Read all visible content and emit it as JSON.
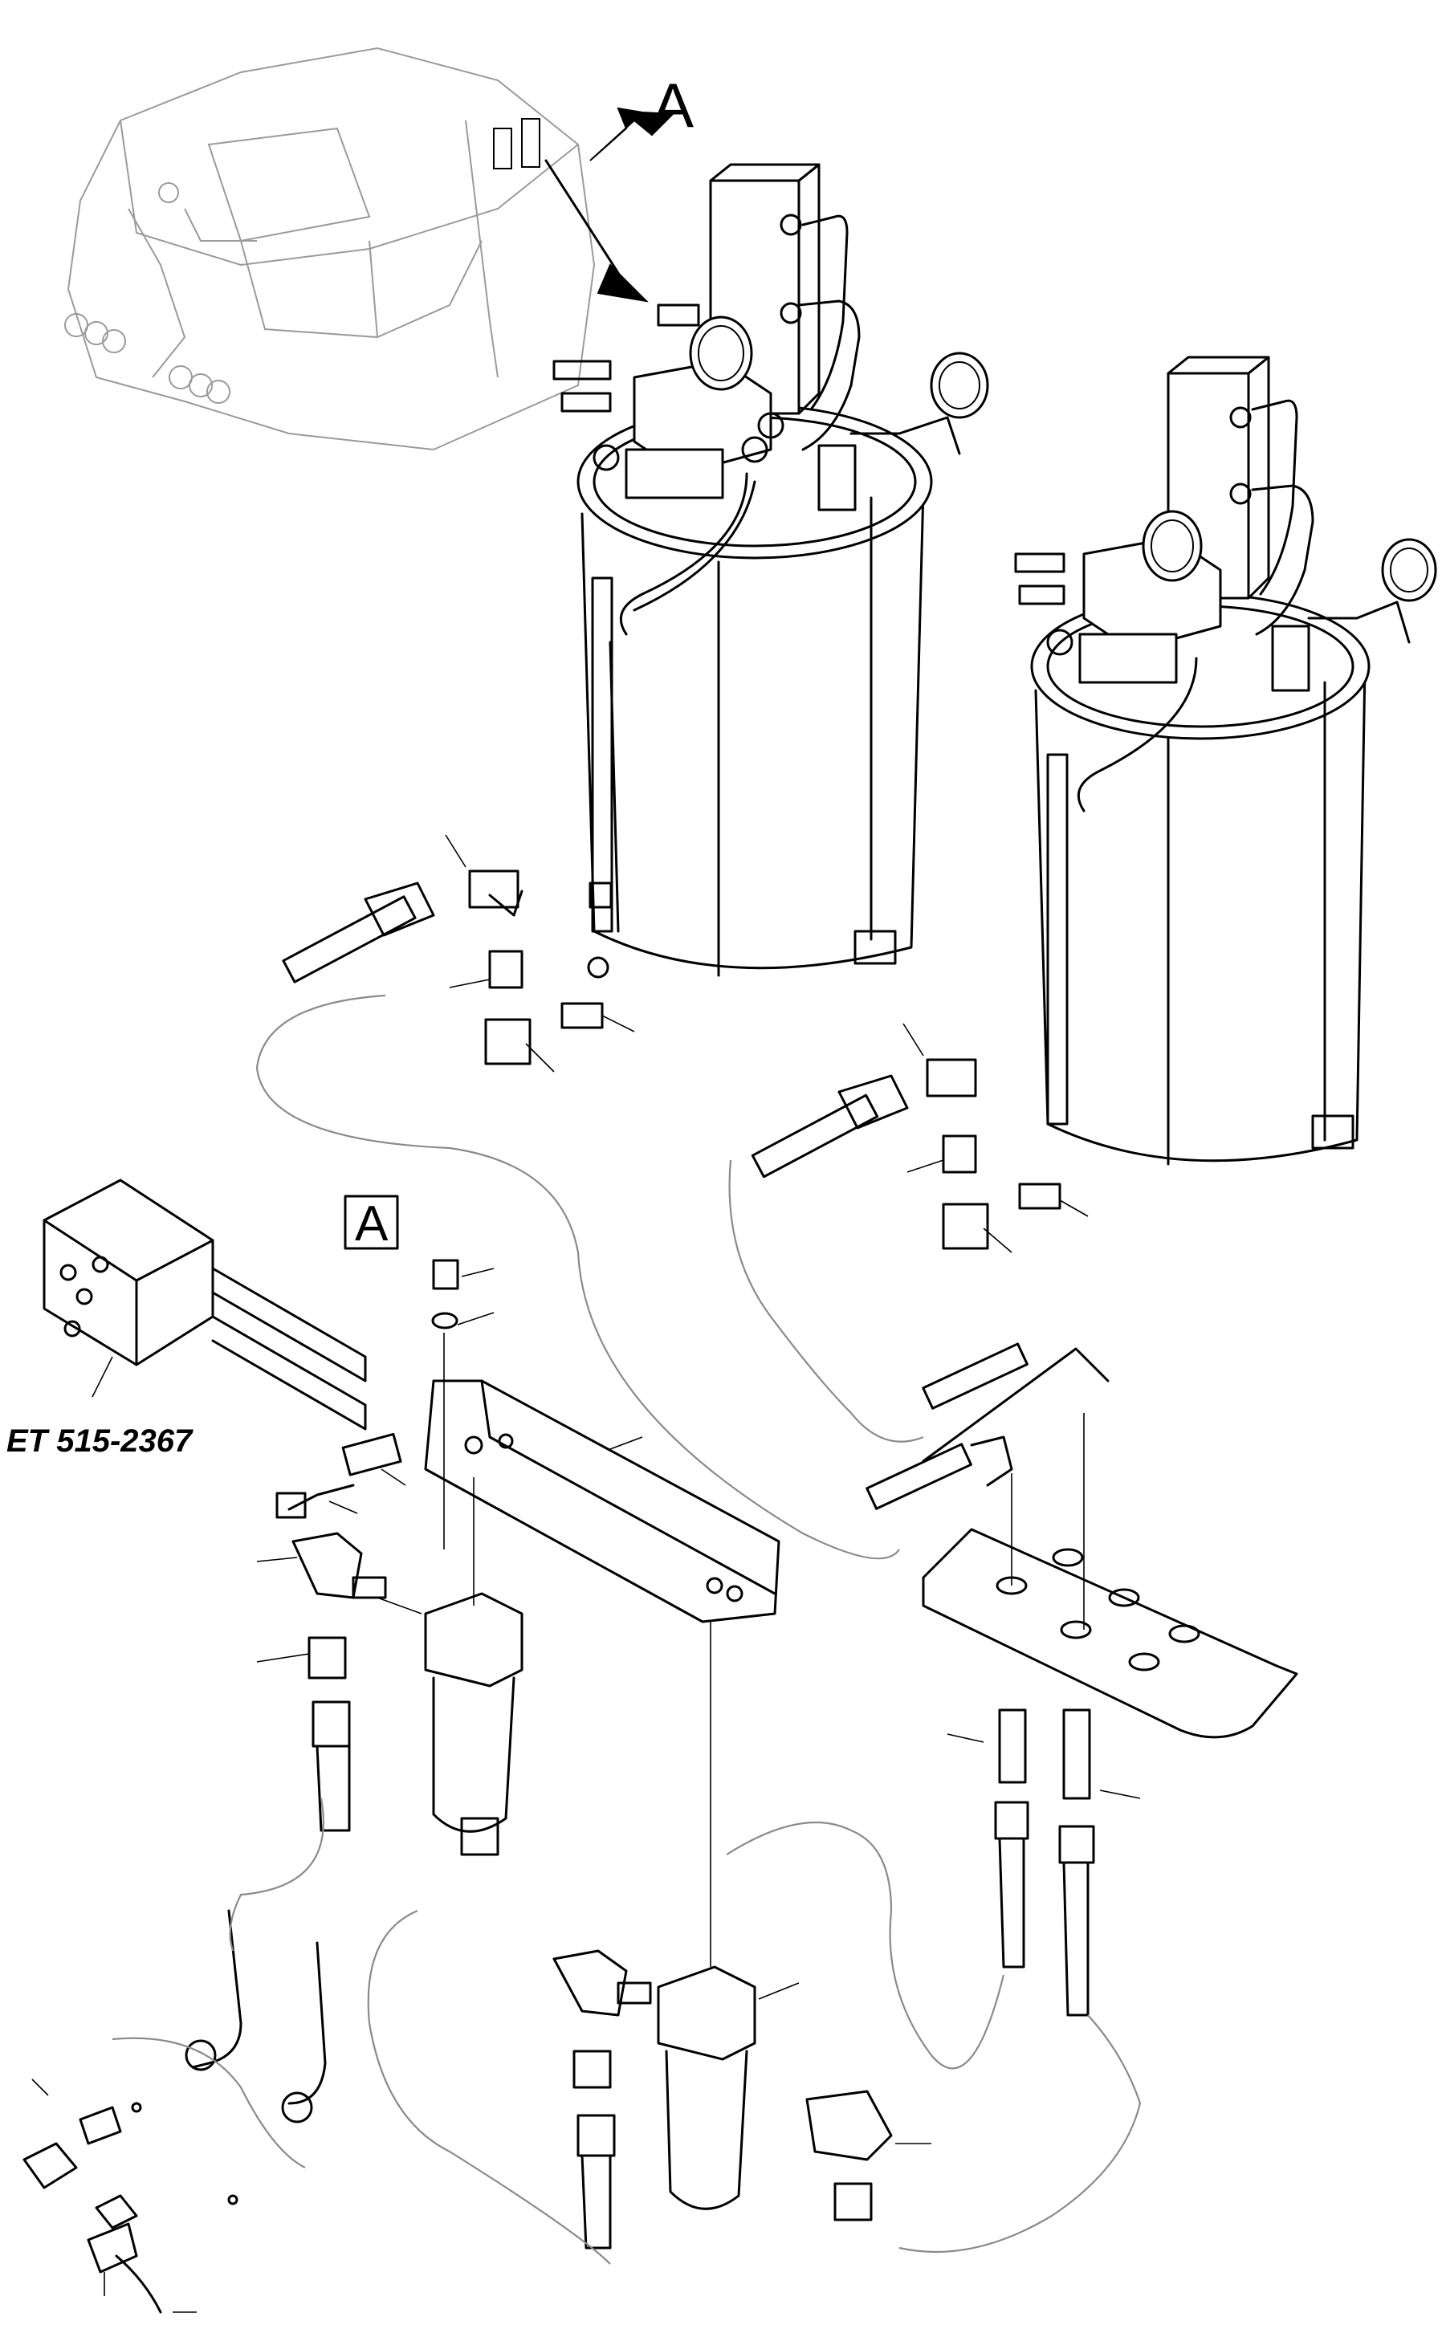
{
  "diagram": {
    "callout_arrow_label": "A",
    "detail_box_label": "A",
    "part_number": "ET 515-2367"
  },
  "colors": {
    "ink": "#000000",
    "ghost_outline": "#9a9a9a",
    "background": "#ffffff"
  }
}
